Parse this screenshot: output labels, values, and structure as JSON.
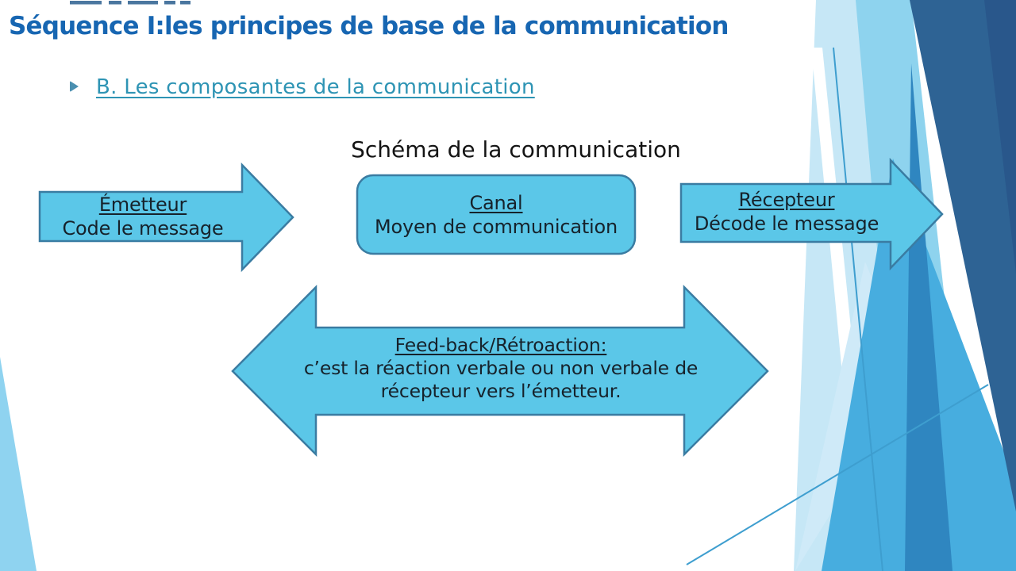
{
  "header": {
    "title": "Séquence I:les principes de base de la communication",
    "subtitle": "B. Les composantes de la communication",
    "bullet_icon": "chevron-right-icon"
  },
  "diagram": {
    "title": "Schéma de la communication",
    "emitter": {
      "title": "Émetteur",
      "subtitle": "Code le message"
    },
    "channel": {
      "title": "Canal",
      "subtitle": "Moyen de communication"
    },
    "receiver": {
      "title": "Récepteur",
      "subtitle": "Décode le message"
    },
    "feedback": {
      "title": "Feed-back/Rétroaction:",
      "line1": "c’est la réaction verbale ou non verbale de",
      "line2": "récepteur vers l’émetteur."
    }
  },
  "colors": {
    "title_blue": "#1766B2",
    "subtitle_teal": "#2E94B4",
    "shape_fill": "#5BC7E8",
    "shape_border": "#3A7CA2",
    "text_dark": "#16222B",
    "decor_navy": "#2E6394",
    "decor_navy_dark": "#29578B",
    "decor_medium": "#47ADDF",
    "decor_pale": "#C6E7F6",
    "decor_wedge": "#8FD3F0"
  }
}
